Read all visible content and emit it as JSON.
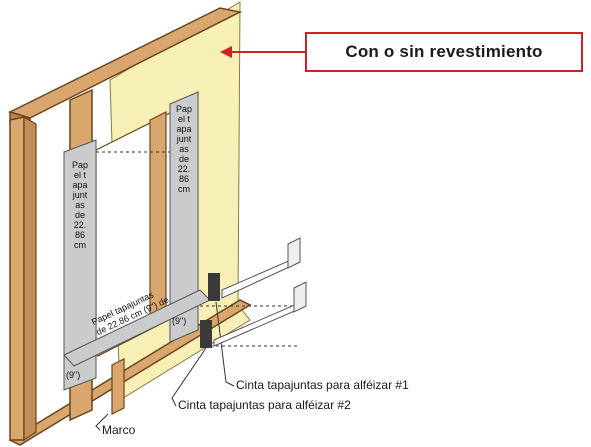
{
  "callout": {
    "text": "Con o sin revestimiento",
    "border_color": "#d21f26",
    "arrow_color": "#d21f26"
  },
  "paper_left": {
    "text": "Papel tapajuntas de 22.86 cm",
    "sub": "(9\")"
  },
  "paper_right": {
    "text": "Papel tapajuntas de 22.86 cm",
    "sub": "(9\")"
  },
  "paper_sill": {
    "line1": "Papel tapajuntas",
    "line2": "de 22.86 cm (9\") de"
  },
  "labels": {
    "sill1": "Cinta tapajuntas para alféizar #1",
    "sill2": "Cinta tapajuntas para alféizar #2",
    "frame": "Marco"
  },
  "colors": {
    "wood": "#d9a66e",
    "wood_dark": "#8a5a2b",
    "sheathing": "#f7f0b6",
    "paper": "#c9cbcd",
    "tape": "#3a3a3a"
  }
}
